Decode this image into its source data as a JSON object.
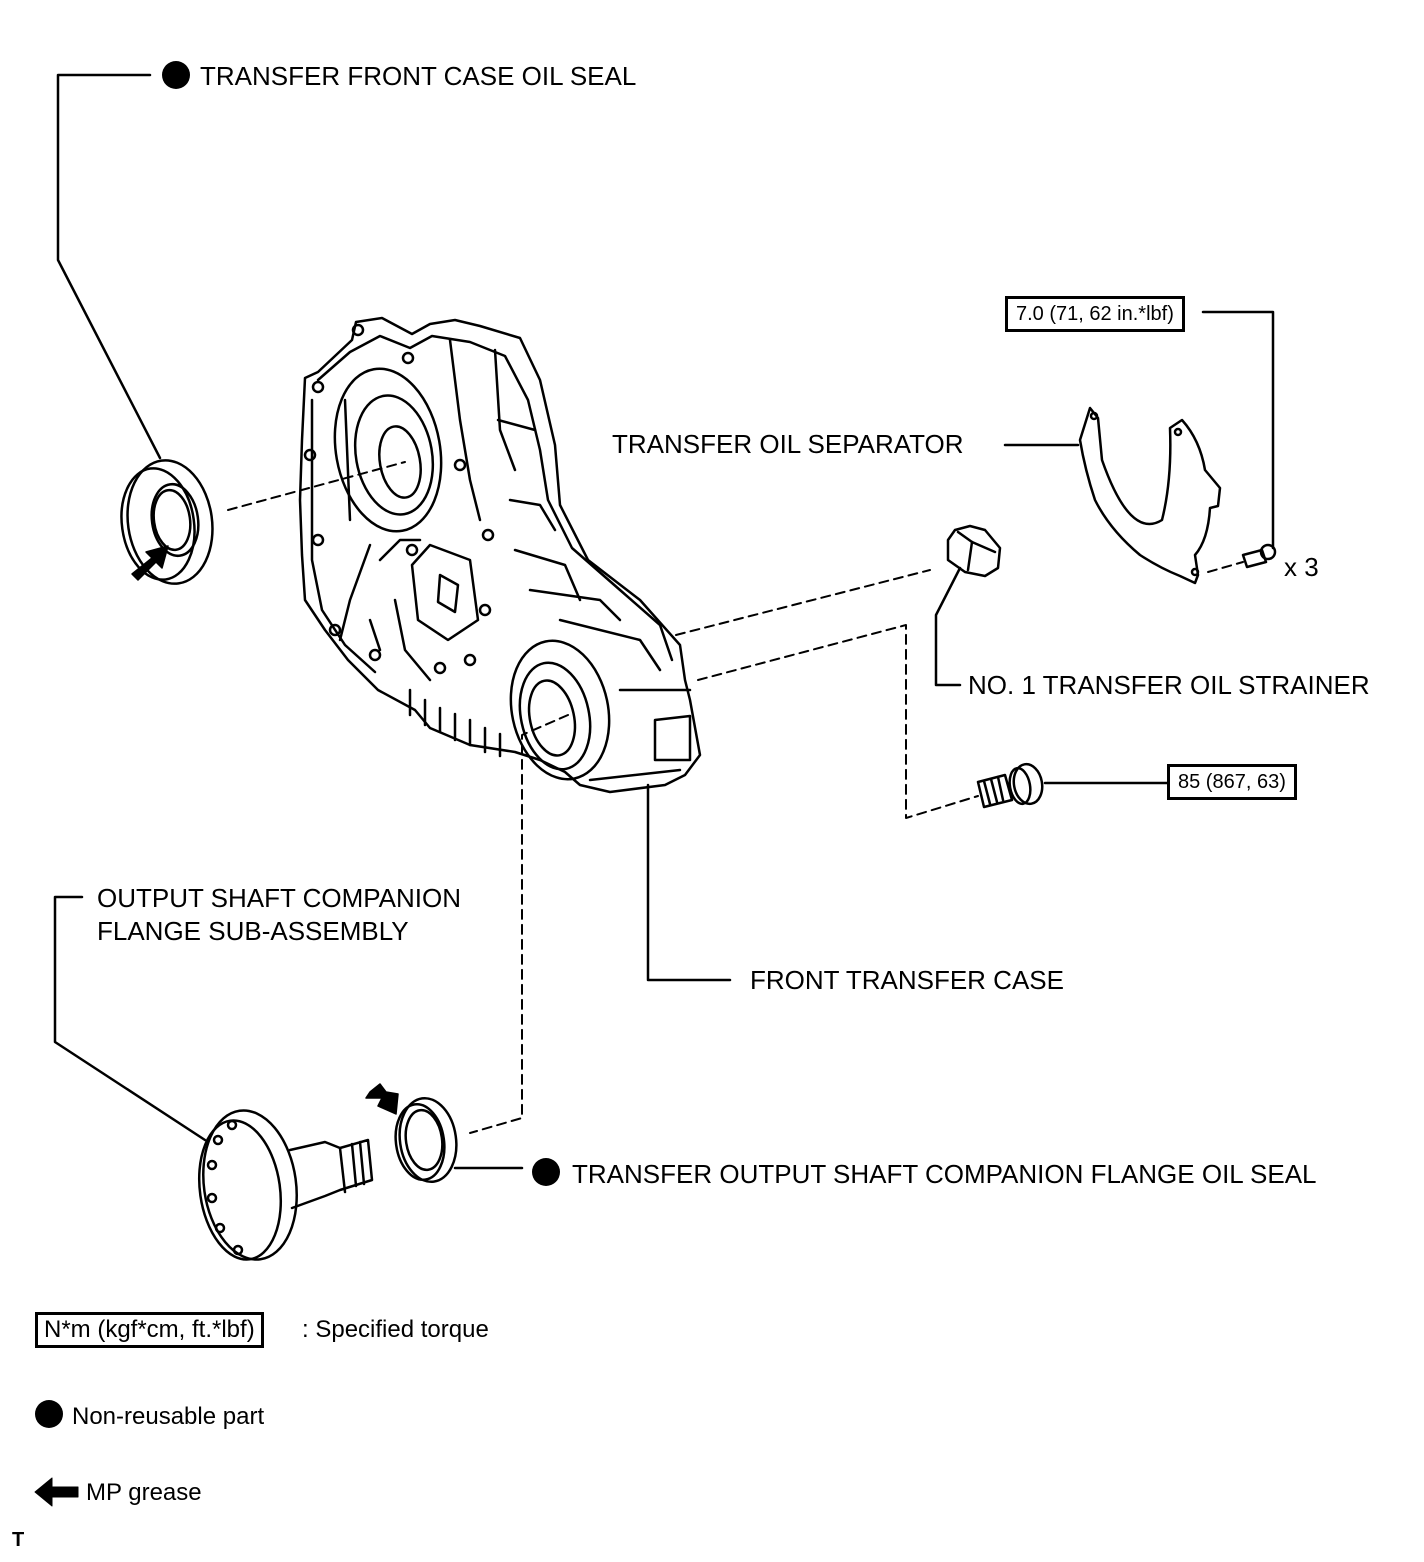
{
  "labels": {
    "front_case_oil_seal": "TRANSFER FRONT CASE OIL SEAL",
    "oil_separator": "TRANSFER OIL SEPARATOR",
    "oil_strainer": "NO. 1 TRANSFER OIL STRAINER",
    "companion_flange_line1": "OUTPUT SHAFT COMPANION",
    "companion_flange_line2": "FLANGE SUB-ASSEMBLY",
    "front_transfer_case": "FRONT TRANSFER CASE",
    "companion_flange_oil_seal": "TRANSFER OUTPUT SHAFT COMPANION FLANGE OIL SEAL"
  },
  "torque": {
    "separator_bolt": "7.0 (71, 62 in.*lbf)",
    "case_bolt": "85 (867, 63)"
  },
  "quantity": "x 3",
  "legend": {
    "torque_box": "N*m (kgf*cm, ft.*lbf)",
    "torque_text": ": Specified torque",
    "non_reusable": "Non-reusable part",
    "grease": "MP grease"
  },
  "corner_mark": "T"
}
